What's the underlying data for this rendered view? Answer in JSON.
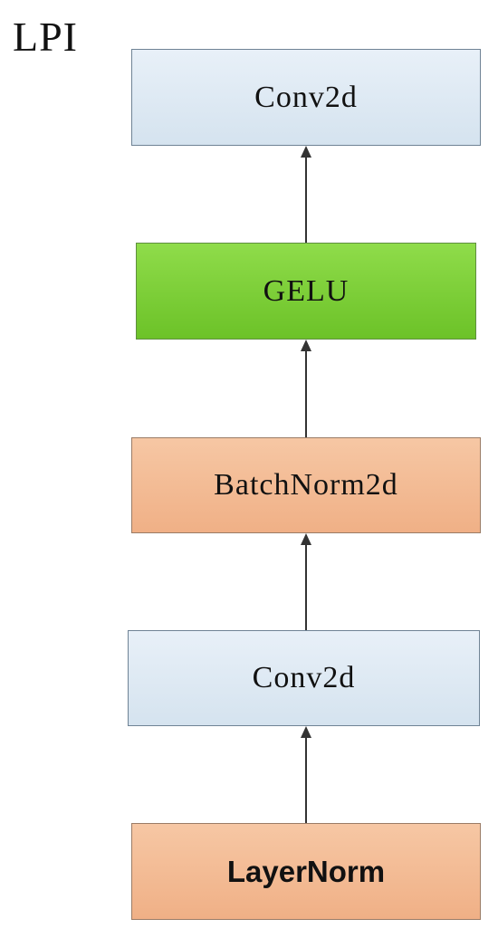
{
  "title": "LPI",
  "blocks": [
    {
      "label": "Conv2d",
      "type": "conv"
    },
    {
      "label": "GELU",
      "type": "activation"
    },
    {
      "label": "BatchNorm2d",
      "type": "norm"
    },
    {
      "label": "Conv2d",
      "type": "conv"
    },
    {
      "label": "LayerNorm",
      "type": "norm"
    }
  ],
  "colors": {
    "conv": "#dce8f2",
    "activation": "#7ccf36",
    "norm": "#f3bc95",
    "arrow": "#333333"
  },
  "flow_direction": "bottom-to-top"
}
